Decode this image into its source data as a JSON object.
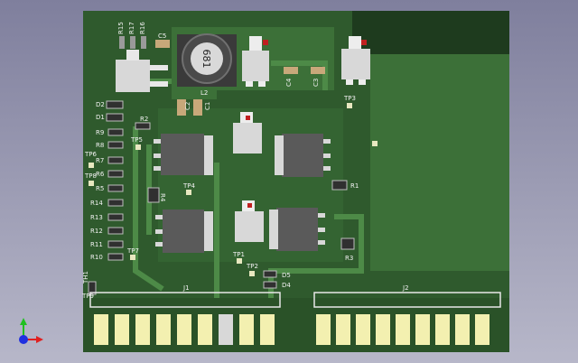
{
  "viewer": {
    "background_top": "#7f7f9d",
    "background_bottom": "#b7b7c9"
  },
  "board": {
    "pcb_color": "#2f5a2d",
    "copper_pour": "#3c7038",
    "dark_pour": "#1e3b1e",
    "silkscreen": "#f2f2f2",
    "pad_gold": "#f3f0b0",
    "inductor_label": "681"
  },
  "refs": {
    "R15": "R15",
    "R17": "R17",
    "R16": "R16",
    "C5": "C5",
    "L2": "L2",
    "C4": "C4",
    "C3": "C3",
    "TP3": "TP3",
    "D2": "D2",
    "D1": "D1",
    "R2": "R2",
    "C2": "C2",
    "C1": "C1",
    "R9": "R9",
    "R8": "R8",
    "TP5": "TP5",
    "TP6": "TP6",
    "R7": "R7",
    "TP8": "TP8",
    "R6": "R6",
    "R5": "R5",
    "R4": "R4",
    "TP4": "TP4",
    "R1": "R1",
    "R14": "R14",
    "R13": "R13",
    "R12": "R12",
    "R11": "R11",
    "R10": "R10",
    "TP7": "TP7",
    "TP1": "TP1",
    "R3": "R3",
    "TP2": "TP2",
    "D5": "D5",
    "D4": "D4",
    "TH1": "TH1",
    "TP9": "TP9",
    "J1": "J1",
    "J2": "J2"
  },
  "axes_gizmo": {
    "x_color": "#e02020",
    "y_color": "#20c020",
    "z_color": "#2030e0"
  }
}
